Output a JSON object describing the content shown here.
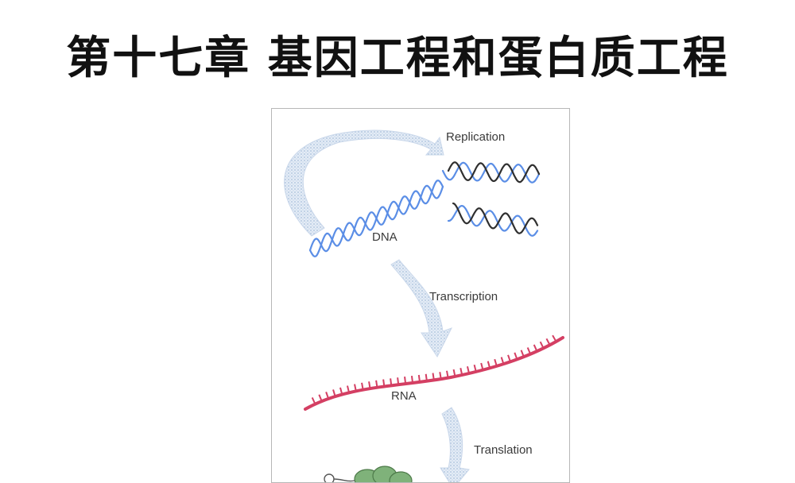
{
  "slide": {
    "title": "第十七章 基因工程和蛋白质工程"
  },
  "figure": {
    "labels": {
      "replication": "Replication",
      "dna": "DNA",
      "transcription": "Transcription",
      "rna": "RNA",
      "translation": "Translation"
    },
    "colors": {
      "dna_strand": "#5b8ee6",
      "dna_strand_dark": "#2f2f2f",
      "rna": "#d43f63",
      "arrow_fill": "#bcd0e6",
      "protein": "#7fb27a"
    }
  }
}
